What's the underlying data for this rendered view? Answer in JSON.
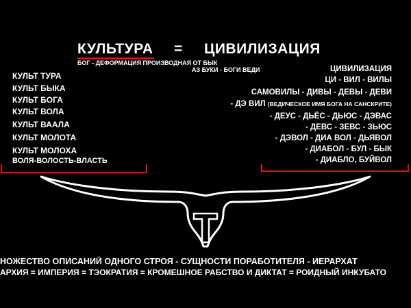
{
  "title": {
    "left": "КУЛЬТУРА",
    "eq": "=",
    "right": "ЦИВИЛИЗАЦИЯ"
  },
  "subtitle_1": "БОГ - ДЕФОРМАЦИЯ ПРОИЗВОДНАЯ ОТ БЫК",
  "subtitle_2": "АЗ БУКИ - БОГИ ВЕДИ",
  "left_list": [
    "КУЛЬТ ТУРА",
    "КУЛЬТ БЫКА",
    "КУЛЬТ БОГА",
    "КУЛЬТ ВОЛА",
    "КУЛЬТ ВААЛА",
    "КУЛЬТ МОЛОТА",
    "КУЛЬТ МОЛОХА",
    "ВОЛЯ-ВОЛОСТЬ-ВЛАСТЬ"
  ],
  "right_list": {
    "heading": "ЦИВИЛИЗАЦИЯ",
    "line1": "ЦИ - ВИЛ - ВИЛЫ",
    "line2": "САМОВИЛЫ - ДИВЫ - ДЕВЫ - ДЕВИ",
    "line3_main": "- ДЭ ВИЛ",
    "line3_note": "(ВЕДИЧЕСКОЕ ИМЯ БОГА НА САНСКРИТЕ)",
    "line4": "- ДЕУС - ДЬЁС - ДЬЮС - ДЭВАС",
    "line5": "- ДЕВС - ЗЕВС - ЗЬЮС",
    "line6": "- ДЭВОЛ - ДИА ВОЛ - ДЬЯВОЛ",
    "line7": "- ДИАБОЛ - БУЛ - БЫК",
    "line8": "- ДИАБЛО, БУЙВОЛ"
  },
  "bottom_line_1": "НОЖЕСТВО ОПИСАНИЙ ОДНОГО СТРОЯ - СУЩНОСТИ ПОРАБОТИТЕЛЯ - ИЕРАРХАТ",
  "bottom_line_2": "АРХИЯ = ИМПЕРИЯ = ТЭОКРАТИЯ = КРОМЕШНОЕ РАБСТВО И ДИКТАТ = РОИДНЫЙ ИНКУБАТО",
  "colors": {
    "background": "#000000",
    "text": "#ffffff",
    "accent": "#dd1111"
  }
}
